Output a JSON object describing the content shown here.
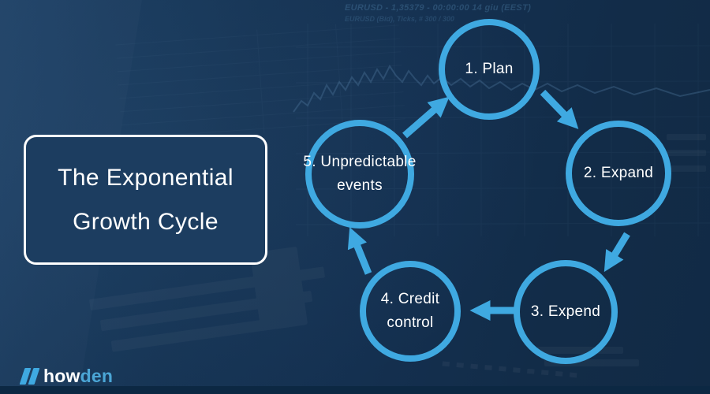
{
  "background": {
    "base_color": "#14324F",
    "bottom_strip_color": "#0C2843",
    "ticker_line1": "EURUSD - 1,35379 - 00:00:00  14 giu (EEST)",
    "ticker_line2": "EURUSD (Bid), Ticks, # 300 / 300"
  },
  "title_card": {
    "line1": "The Exponential",
    "line2": "Growth Cycle",
    "fill_color": "#1C3D60",
    "border_color": "#FFFFFF"
  },
  "cycle": {
    "accent_color": "#3FA9E1",
    "steps": [
      {
        "label": "1. Plan"
      },
      {
        "label": "2. Expand"
      },
      {
        "label": "3. Expend"
      },
      {
        "label": "4. Credit control"
      },
      {
        "label": "5. Unpredictable events"
      }
    ]
  },
  "logo": {
    "part1": "how",
    "part2": "den",
    "slash_color": "#3FA9E1",
    "text_blue": "#4BA6D6"
  }
}
